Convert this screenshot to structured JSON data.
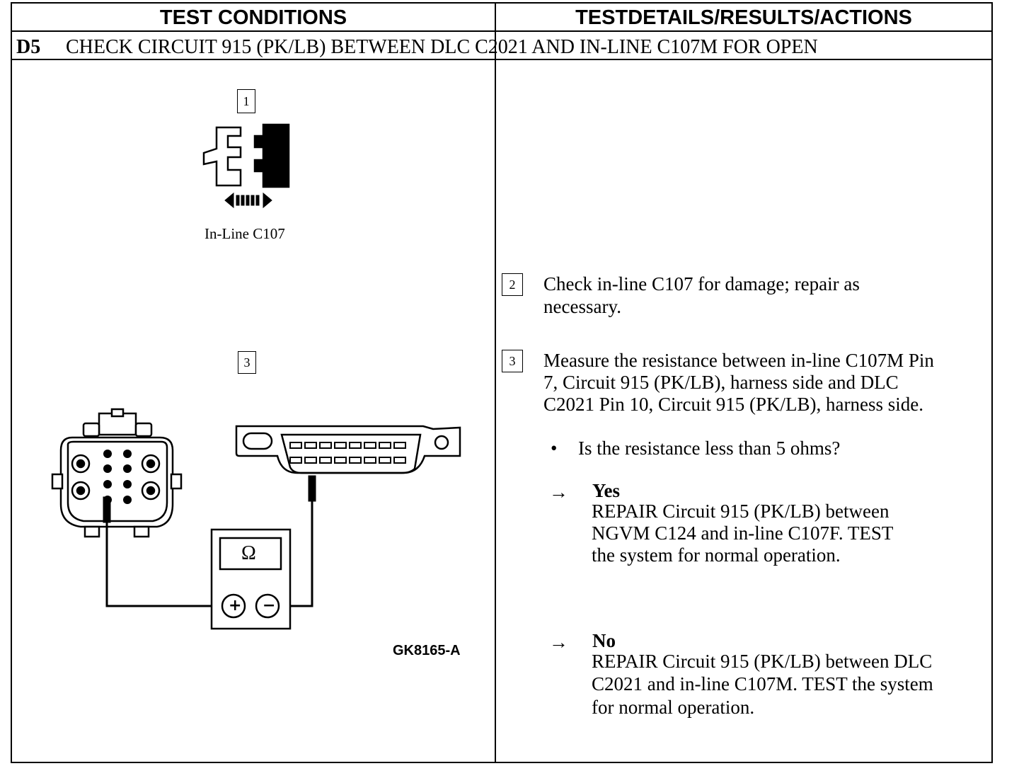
{
  "header": {
    "left": "TEST CONDITIONS",
    "right": "TESTDETAILS/RESULTS/ACTIONS"
  },
  "step": {
    "id": "D5",
    "title": "CHECK CIRCUIT 915 (PK/LB) BETWEEN DLC C2021 AND IN-LINE C107M FOR OPEN"
  },
  "figure": {
    "callout_1": "1",
    "connector_label": "In-Line C107",
    "callout_3": "3",
    "meter_symbol": "Ω",
    "meter_plus": "+",
    "meter_minus": "−",
    "figure_id": "GK8165-A"
  },
  "details": {
    "item2": {
      "num": "2",
      "text_line1": "Check in-line C107 for damage; repair as",
      "text_line2": "necessary."
    },
    "item3": {
      "num": "3",
      "line1": "Measure the resistance between in-line C107M Pin",
      "line2": "7, Circuit 915 (PK/LB), harness side and DLC",
      "line3": "C2021 Pin 10, Circuit 915 (PK/LB), harness side."
    },
    "question": {
      "bullet": "•",
      "text": "Is the resistance less than 5 ohms?"
    },
    "yes": {
      "arrow": "→",
      "label": "Yes",
      "line1": "REPAIR Circuit 915 (PK/LB) between",
      "line2": "NGVM C124 and in-line C107F. TEST",
      "line3": "the system for normal operation."
    },
    "no": {
      "arrow": "→",
      "label": "No",
      "line1": "REPAIR Circuit 915 (PK/LB) between DLC",
      "line2": "C2021 and in-line C107M.  TEST  the system",
      "line3": "for  normal operation."
    }
  }
}
